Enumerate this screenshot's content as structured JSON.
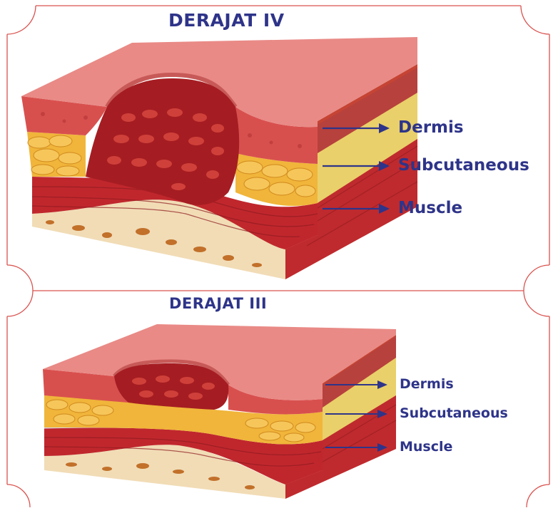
{
  "top_panel": {
    "title": "DERAJAT IV",
    "labels": {
      "dermis": "Dermis",
      "subcutaneous": "Subcutaneous",
      "muscle": "Muscle"
    }
  },
  "bottom_panel": {
    "title": "DERAJAT III",
    "labels": {
      "dermis": "Dermis",
      "subcutaneous": "Subcutaneous",
      "muscle": "Muscle"
    }
  },
  "colors": {
    "text": "#2e3489",
    "frame": "#d9534f",
    "skin_top": "#e98a86",
    "dermis": "#d8504e",
    "fat": "#f0b53a",
    "subcut_side": "#efd36a",
    "muscle": "#c0272d",
    "bone": "#f1dcb6"
  }
}
